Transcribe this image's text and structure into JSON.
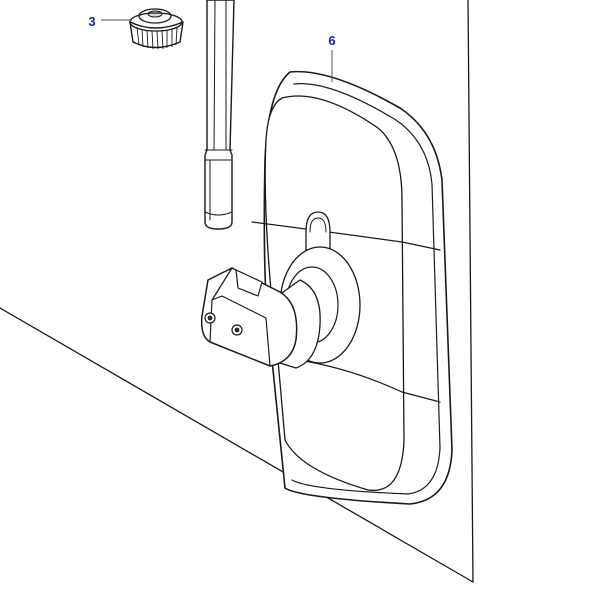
{
  "callouts": [
    {
      "id": "3",
      "label": "3"
    },
    {
      "id": "6",
      "label": "6"
    }
  ],
  "colors": {
    "callout_text": "#1a1aa8",
    "line": "#1a1a1a",
    "shade": "#eeeeee",
    "background": "#ffffff"
  }
}
